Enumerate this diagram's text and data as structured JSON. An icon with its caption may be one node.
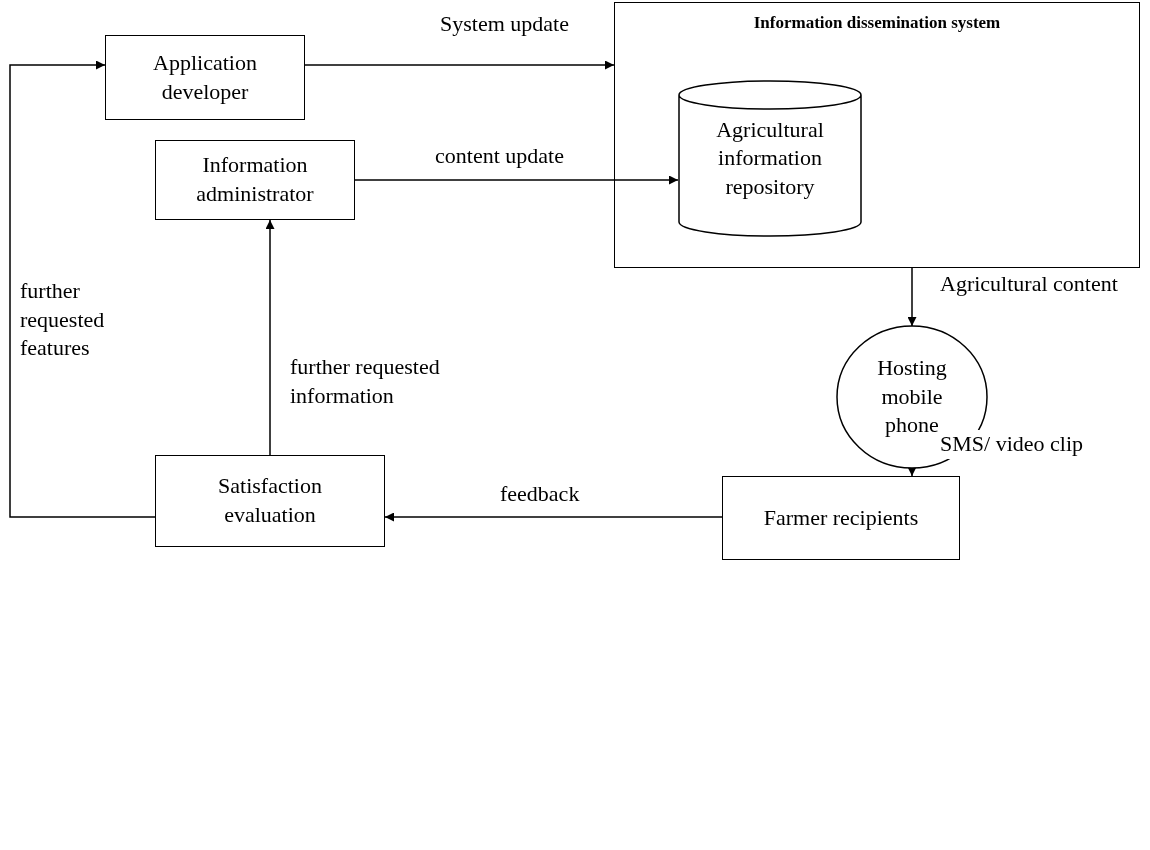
{
  "diagram": {
    "nodes": [
      {
        "text": [
          "Application developer"
        ]
      },
      {
        "text": [
          "Information administrator"
        ]
      },
      {
        "text": [
          "Information dissemination system"
        ]
      },
      {
        "text": [
          "Agricultural information repository"
        ],
        "in": 2
      },
      {
        "text": [
          "Hosting mobile phone"
        ]
      },
      {
        "text": [
          "Farmer recipients"
        ]
      },
      {
        "text": [
          "Satisfaction evaluation"
        ]
      }
    ],
    "edges": [
      {
        "from": 0,
        "to": 2,
        "arrow": "to",
        "label": "System update"
      },
      {
        "from": 1,
        "to": 3,
        "arrow": "to",
        "label": "content update"
      },
      {
        "from": 2,
        "to": 4,
        "arrow": "to",
        "label": "Agricultural content"
      },
      {
        "from": 4,
        "to": 5,
        "arrow": "to",
        "label": "SMS/ video clip"
      },
      {
        "from": 5,
        "to": 6,
        "arrow": "to",
        "label": "feedback"
      },
      {
        "from": 6,
        "to": 1,
        "arrow": "to",
        "label": "further requested information"
      },
      {
        "from": 6,
        "to": 0,
        "arrow": "to",
        "label": "further requested features"
      }
    ]
  }
}
